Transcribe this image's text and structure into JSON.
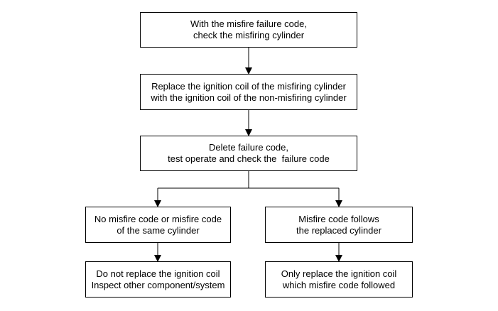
{
  "colors": {
    "line": "#000000",
    "box_border": "#000000",
    "background": "#ffffff",
    "text": "#000000"
  },
  "nodes": {
    "step1": {
      "line1": "With the misfire failure code,",
      "line2": "check the misfiring cylinder"
    },
    "step2": {
      "line1": "Replace the ignition coil of the misfiring cylinder",
      "line2": "with the ignition coil of the non-misfiring cylinder"
    },
    "step3": {
      "line1": "Delete failure code,",
      "line2": "test operate and check the  failure code"
    },
    "left_result": {
      "line1": "No misfire code or misfire code",
      "line2": "of the same cylinder"
    },
    "right_result": {
      "line1": "Misfire code follows",
      "line2": "the replaced cylinder"
    },
    "left_action": {
      "line1": "Do not replace the ignition coil",
      "line2": "Inspect other component/system"
    },
    "right_action": {
      "line1": "Only replace the ignition coil",
      "line2": "which misfire code followed"
    }
  }
}
